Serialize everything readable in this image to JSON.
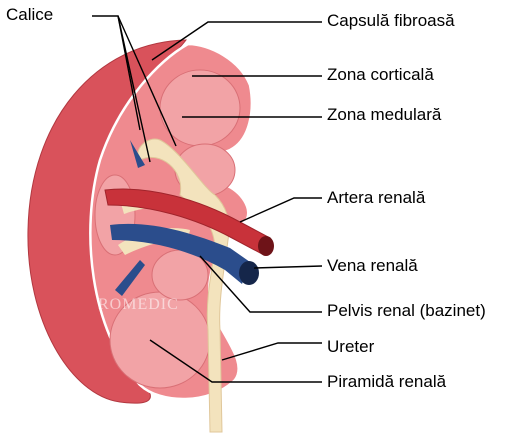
{
  "labels": {
    "calice": "Calice",
    "capsula": "Capsulă fibroasă",
    "cortical": "Zona corticală",
    "medulara": "Zona medulară",
    "artera": "Artera renală",
    "vena": "Vena renală",
    "pelvis": "Pelvis renal (bazinet)",
    "ureter": "Ureter",
    "piramida": "Piramidă renală"
  },
  "watermark": "ROMEDIC",
  "colors": {
    "capsule": "#d9525b",
    "cortex": "#ef8a8f",
    "medulla": "#f2a3a6",
    "pelvis": "#f3e3bd",
    "artery": "#c8323a",
    "vein": "#2b4d8c",
    "line": "#000000"
  }
}
